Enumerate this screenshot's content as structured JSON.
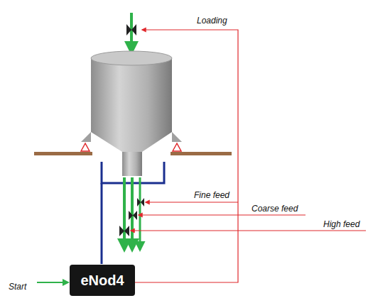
{
  "diagram": {
    "nodes": [
      {
        "text": [
          "eNod4"
        ]
      }
    ],
    "labels": [
      "Loading",
      "Fine feed",
      "Coarse feed",
      "High feed",
      "Start"
    ]
  }
}
